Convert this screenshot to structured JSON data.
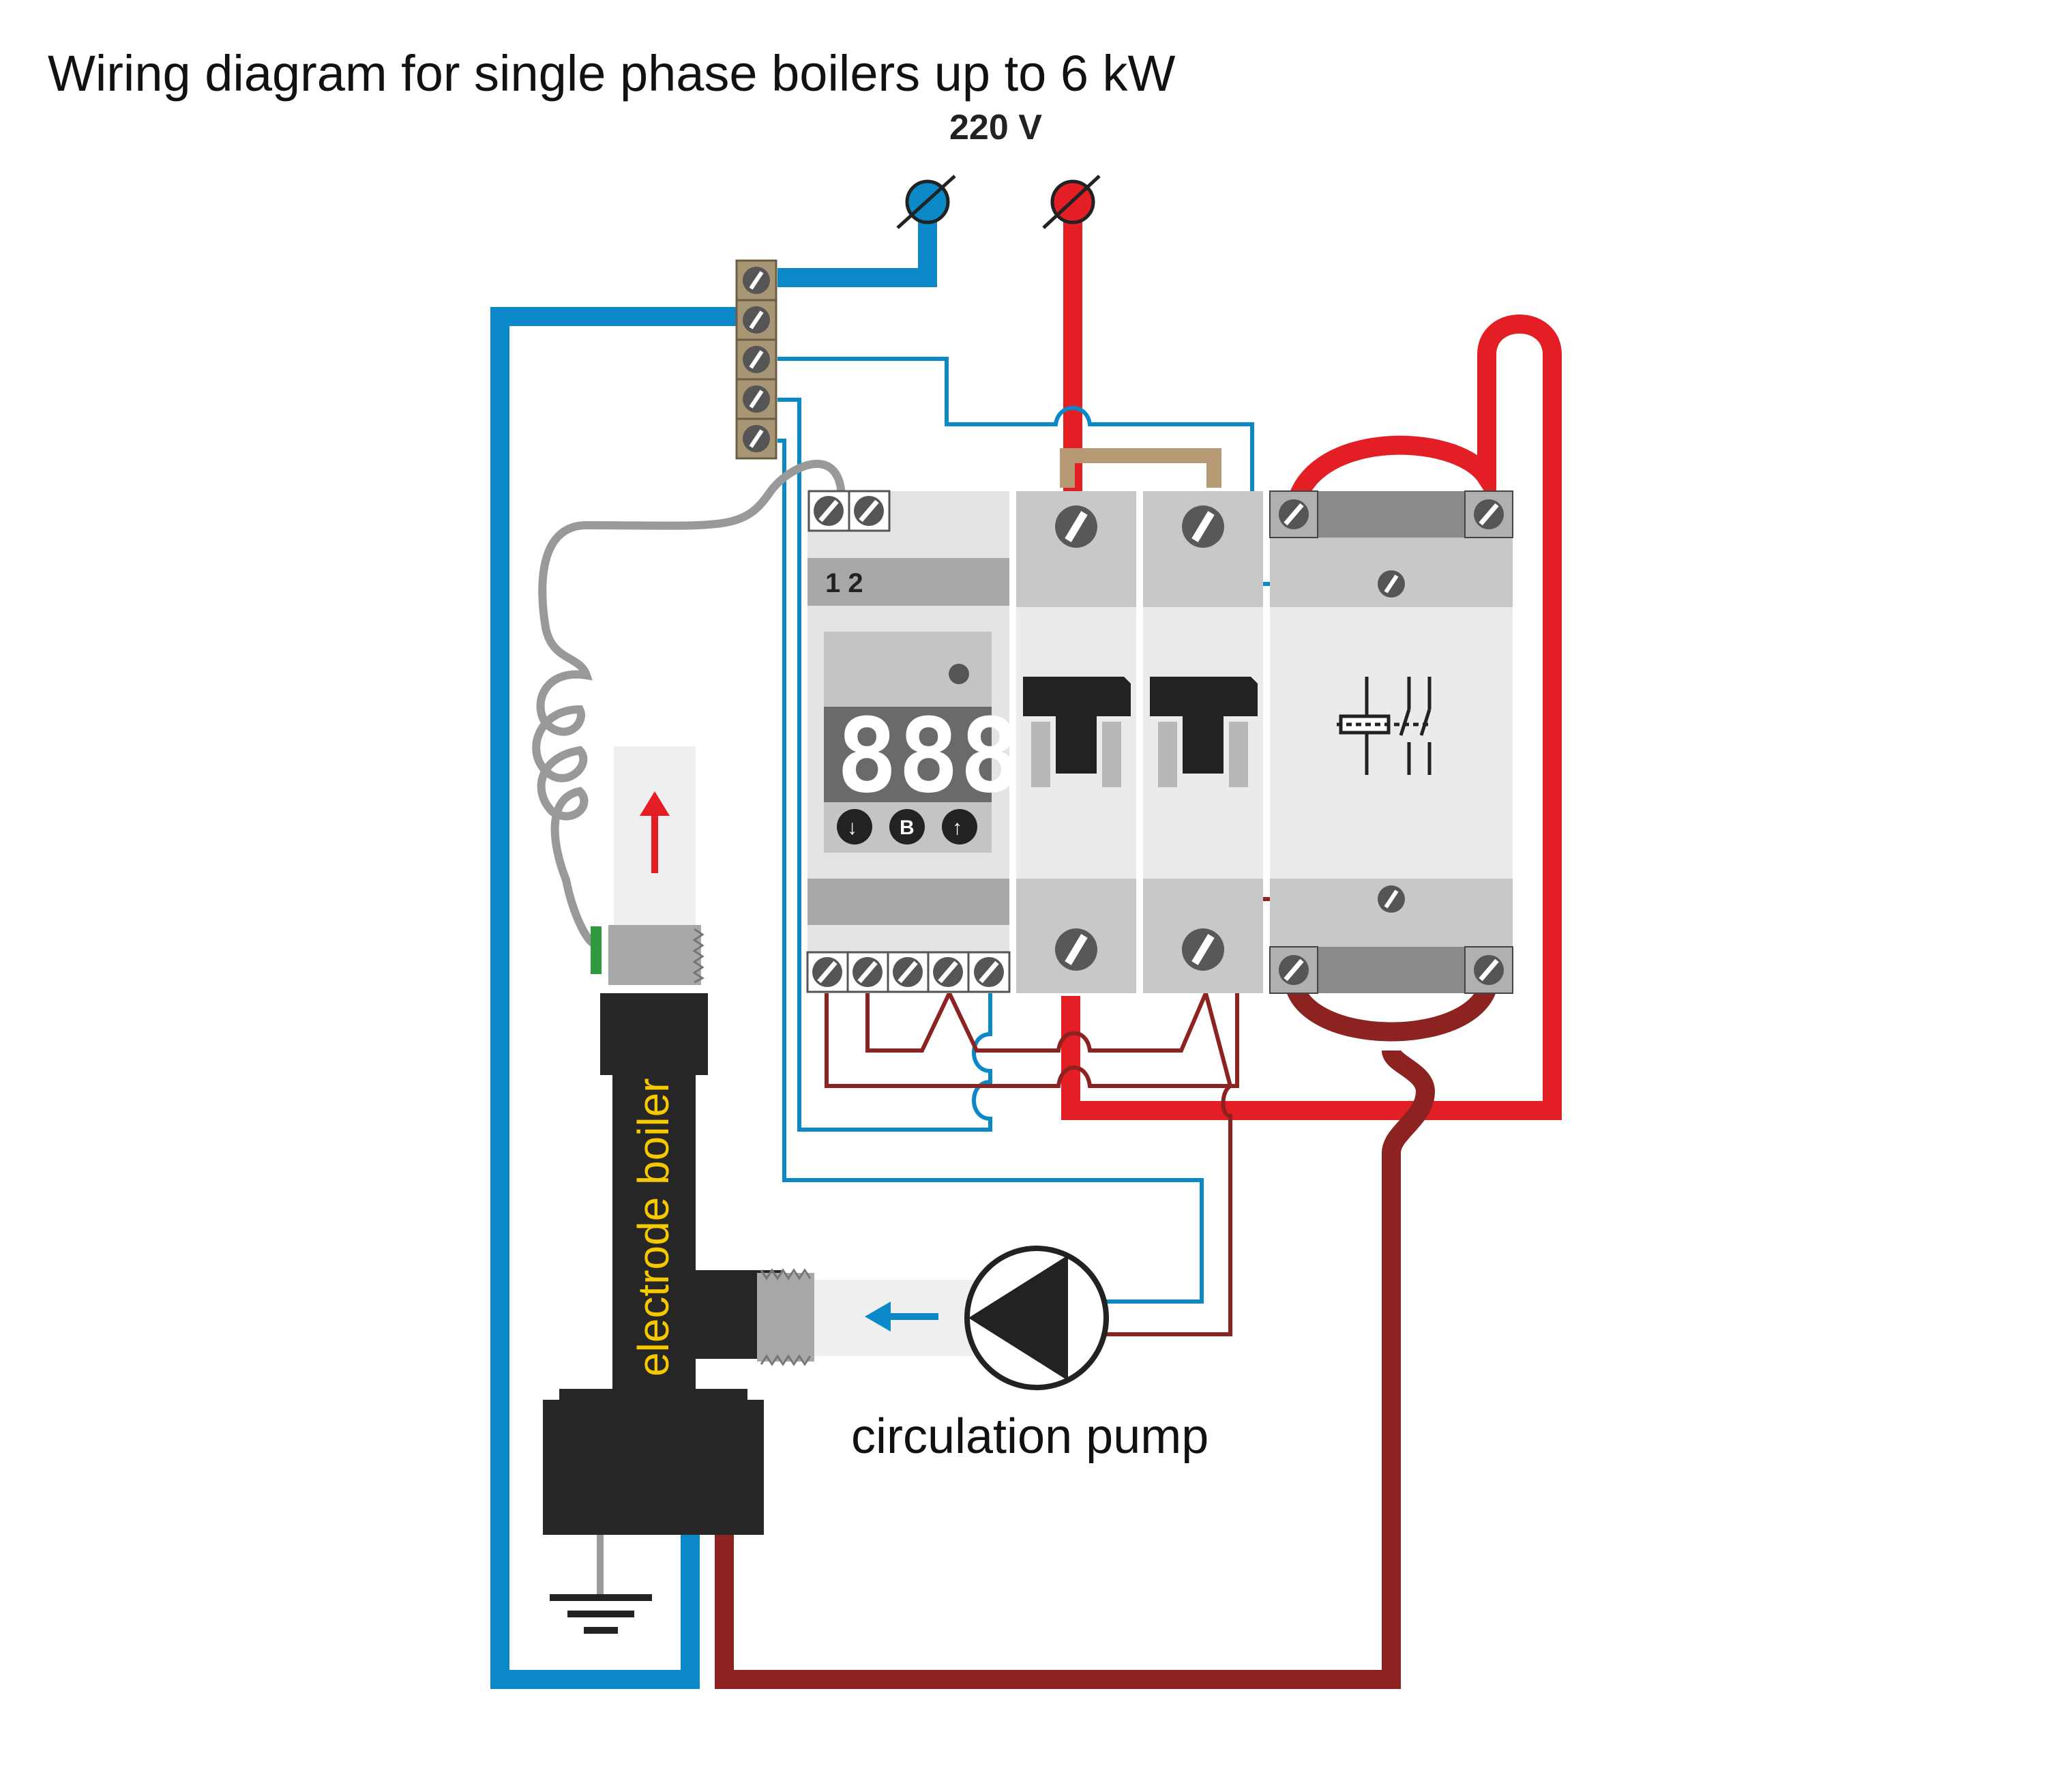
{
  "title": "Wiring diagram for single phase boilers up to 6 kW",
  "supply_label": "220 V",
  "relay": {
    "terminal_numbers": "1 2",
    "display": "888",
    "buttons": [
      "↓",
      "B",
      "↑"
    ]
  },
  "boiler_label": "electrode boiler",
  "pump_label": "circulation pump",
  "colors": {
    "neutral_wire": "#0a88c8",
    "phase_wire": "#e31e24",
    "return_wire": "#8c2320",
    "ground_wire": "#999999",
    "terminal_block": "#a89574",
    "module_body": "#d7d7d7",
    "boiler_body": "#262626"
  },
  "icons": [
    "screw-terminal-icon",
    "breaker-toggle-icon",
    "relay-coil-contacts-icon",
    "ground-symbol-icon",
    "flow-arrow-icon",
    "pump-triangle-icon"
  ]
}
